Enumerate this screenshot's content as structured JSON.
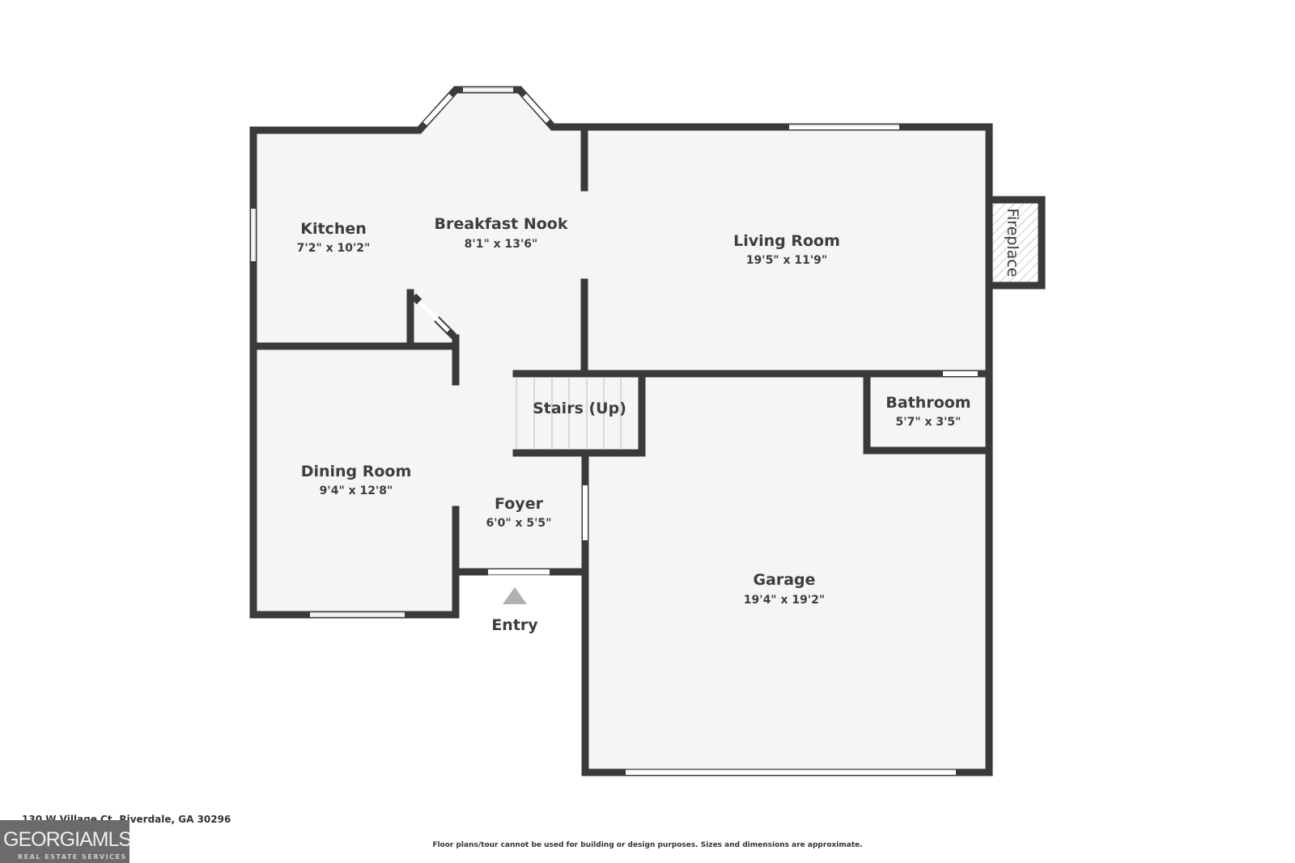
{
  "rooms": {
    "kitchen": {
      "name": "Kitchen",
      "dims": "7'2\" x 10'2\""
    },
    "breakfast_nook": {
      "name": "Breakfast Nook",
      "dims": "8'1\" x 13'6\""
    },
    "living_room": {
      "name": "Living Room",
      "dims": "19'5\" x 11'9\""
    },
    "fireplace": {
      "name": "Fireplace"
    },
    "stairs": {
      "name": "Stairs (Up)"
    },
    "bathroom": {
      "name": "Bathroom",
      "dims": "5'7\" x 3'5\""
    },
    "dining_room": {
      "name": "Dining Room",
      "dims": "9'4\" x 12'8\""
    },
    "foyer": {
      "name": "Foyer",
      "dims": "6'0\" x 5'5\""
    },
    "garage": {
      "name": "Garage",
      "dims": "19'4\" x 19'2\""
    }
  },
  "entry_label": "Entry",
  "address": "130 W Village Ct, Riverdale, GA 30296",
  "logo": {
    "main": "GEORGIAMLS",
    "sub": "REAL ESTATE SERVICES"
  },
  "disclaimer": "Floor plans/tour cannot be used for building or design purposes. Sizes and dimensions are approximate.",
  "colors": {
    "wall": "#3a3a3a",
    "floor": "#f5f5f5",
    "entry_arrow": "#b0b0b0"
  }
}
